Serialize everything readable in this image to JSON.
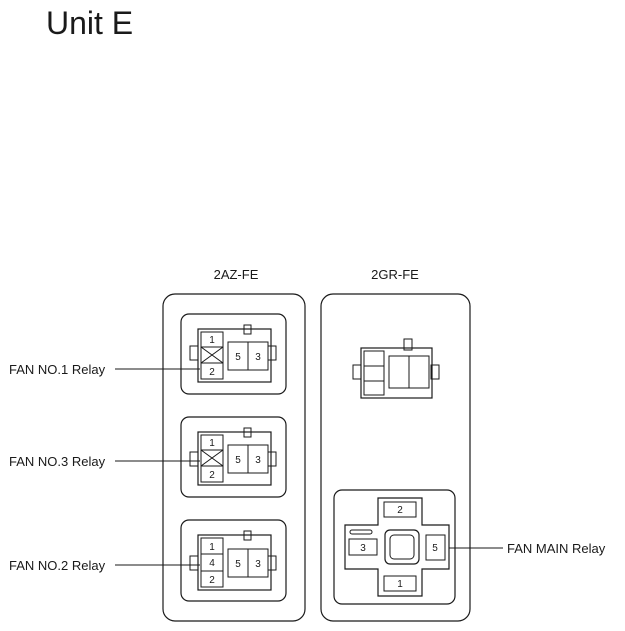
{
  "title": "Unit E",
  "columns": {
    "left": "2AZ-FE",
    "right": "2GR-FE"
  },
  "relays": {
    "fan1": {
      "label": "FAN NO.1 Relay",
      "pins": [
        "1",
        "2",
        "5",
        "3"
      ]
    },
    "fan3": {
      "label": "FAN NO.3 Relay",
      "pins": [
        "1",
        "2",
        "5",
        "3"
      ]
    },
    "fan2": {
      "label": "FAN NO.2 Relay",
      "pins": [
        "1",
        "4",
        "2",
        "5",
        "3"
      ]
    },
    "fanmain": {
      "label": "FAN MAIN Relay",
      "pins": [
        "2",
        "3",
        "5",
        "1"
      ]
    }
  }
}
